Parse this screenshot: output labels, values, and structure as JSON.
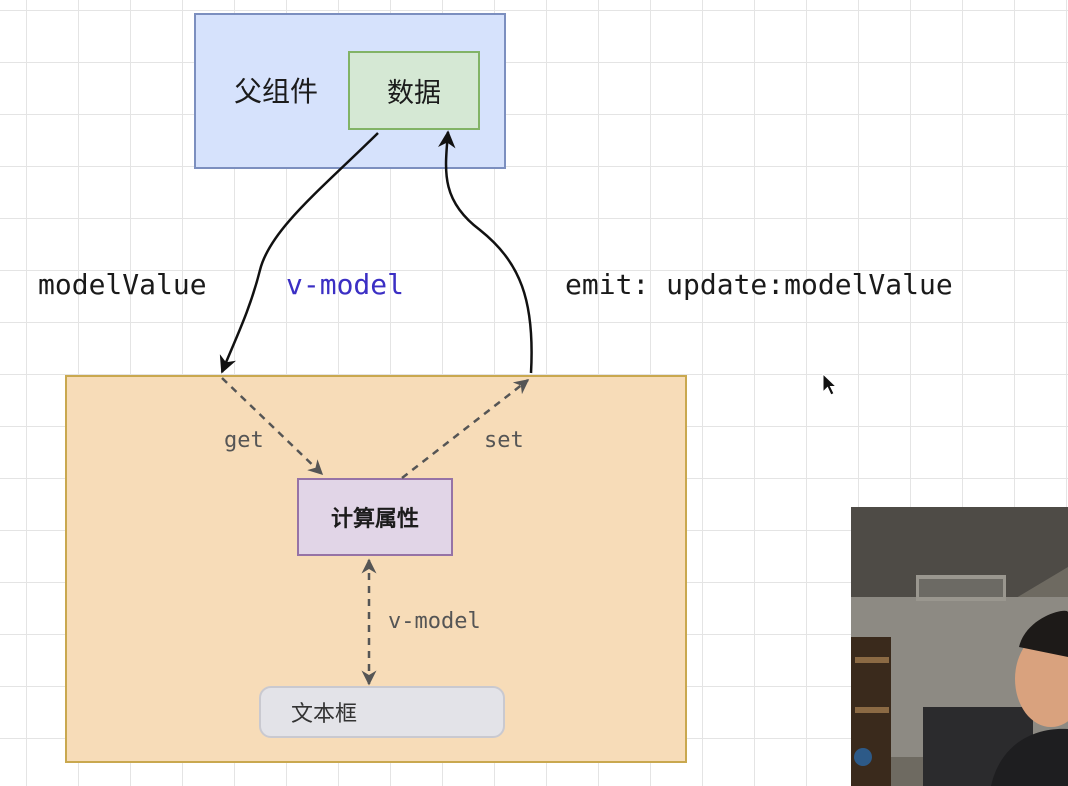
{
  "diagram": {
    "parent_component": "父组件",
    "data_node": "数据",
    "computed_node": "计算属性",
    "textbox_node": "文本框",
    "labels": {
      "model_value": "modelValue",
      "v_model_top": "v-model",
      "emit": "emit: update:modelValue",
      "get": "get",
      "set": "set",
      "v_model_inner": "v-model"
    }
  },
  "colors": {
    "parent_fill": "#d6e2fc",
    "data_fill": "#d5e8d4",
    "child_fill": "#f7dcb8",
    "computed_fill": "#e1d5e7",
    "textbox_fill": "#e3e3e8",
    "v_model_accent": "#3b2fc4"
  },
  "overlay": {
    "webcam": "presenter-webcam",
    "pointer": "mouse-pointer-icon"
  }
}
